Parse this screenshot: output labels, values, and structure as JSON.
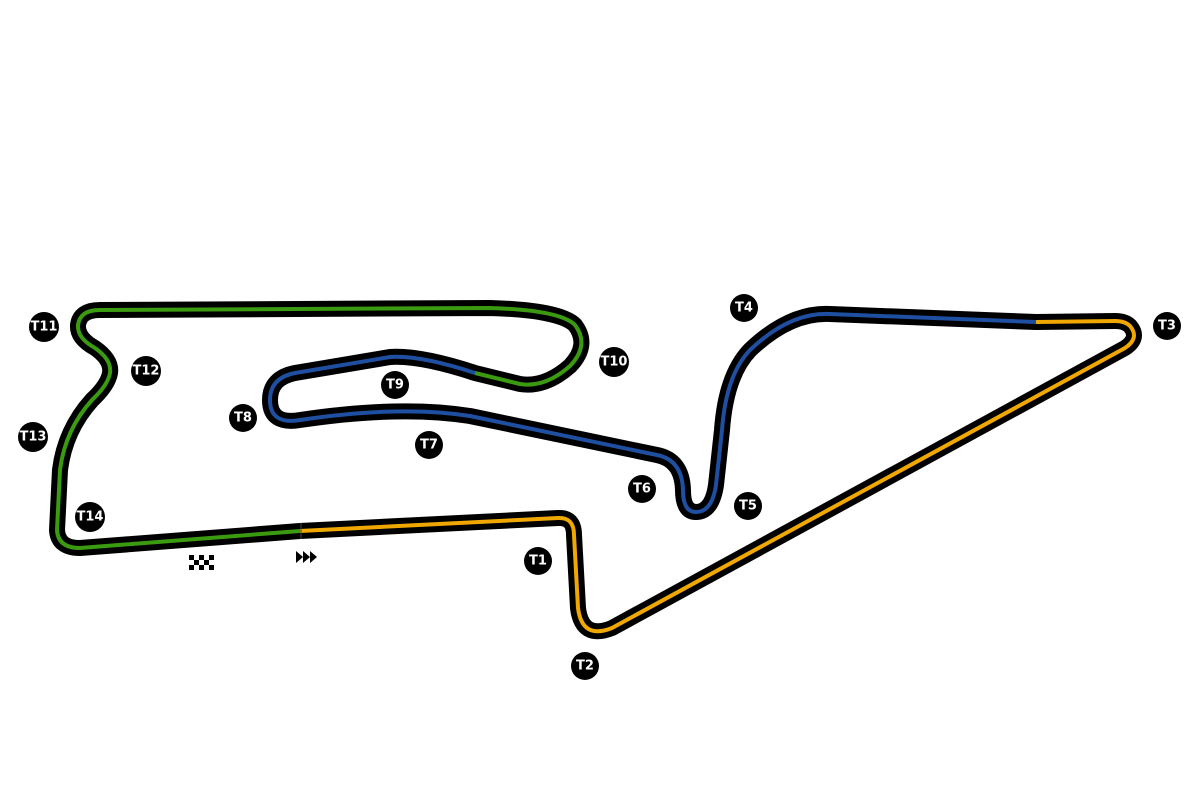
{
  "colors": {
    "sector1": "#f0a800",
    "sector2": "#1f4fa0",
    "sector3": "#3a9a10",
    "track": "#000000"
  },
  "turns": [
    "T1",
    "T2",
    "T3",
    "T4",
    "T5",
    "T6",
    "T7",
    "T8",
    "T9",
    "T10",
    "T11",
    "T12",
    "T13",
    "T14"
  ],
  "icons": {
    "start_finish": "checkered-flag-icon",
    "direction": "direction-arrows-icon"
  }
}
